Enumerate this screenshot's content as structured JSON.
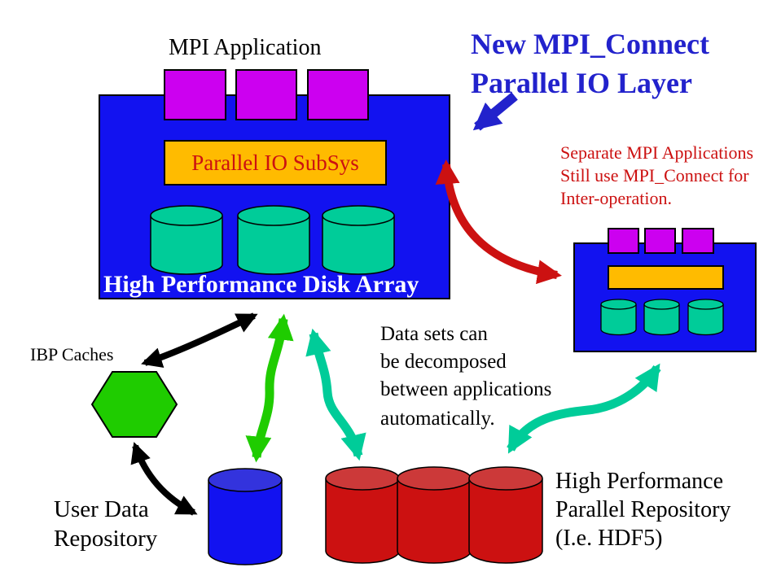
{
  "slide": {
    "heading": {
      "line1": "New MPI_Connect",
      "line2": "Parallel IO Layer"
    },
    "main_app": {
      "title": "MPI Application",
      "subsys": "Parallel IO SubSys",
      "disk_array": "High Performance Disk Array"
    },
    "note_separate": {
      "line1": "Separate MPI Applications",
      "line2": "Still use MPI_Connect for",
      "line3": "Inter-operation."
    },
    "note_decompose": {
      "line1": "Data sets can",
      "line2": "be decomposed",
      "line3": "between applications",
      "line4": "automatically."
    },
    "ibp": {
      "label": "IBP Caches"
    },
    "user_repo": {
      "line1": "User Data",
      "line2": "Repository"
    },
    "parallel_repo": {
      "line1": "High Performance",
      "line2": "Parallel Repository",
      "line3": "(I.e. HDF5)"
    },
    "colors": {
      "deep_blue": "#1212f0",
      "heading_blue": "#2222cc",
      "magenta": "#cc00f0",
      "amber": "#ffbb00",
      "teal": "#00cc99",
      "green": "#1fcc00",
      "red": "#cc1111",
      "cylinder_blue_top": "#3333dd",
      "cylinder_red_top": "#cc3939",
      "text_black": "#000000",
      "text_white": "#ffffff"
    }
  }
}
